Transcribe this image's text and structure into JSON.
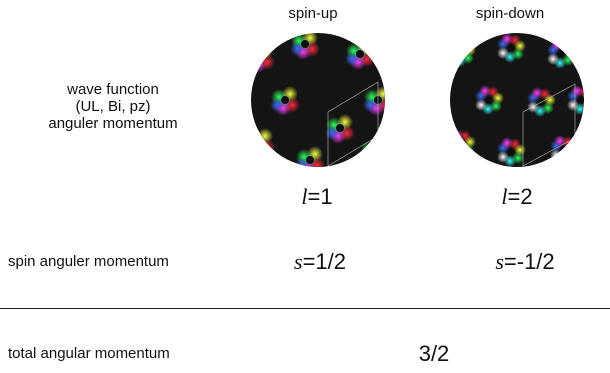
{
  "columns": {
    "spin_up": "spin-up",
    "spin_down": "spin-down"
  },
  "rows": {
    "wave_function": [
      "wave function",
      "(UL, Bi, pz)",
      "anguler momentum"
    ],
    "spin": "spin anguler momentum",
    "total": "total angular momentum"
  },
  "values": {
    "l_symbol": "l",
    "l_up": "=1",
    "l_down": "=2",
    "s_symbol": "s",
    "s_up": "=1/2",
    "s_down": "=-1/2",
    "total": "3/2"
  },
  "colors": {
    "background": "#ffffff",
    "disc": "#141414",
    "divider": "#222222"
  },
  "icons": {
    "spin_up_disc": "wavefunction-disc-l1",
    "spin_down_disc": "wavefunction-disc-l2"
  }
}
